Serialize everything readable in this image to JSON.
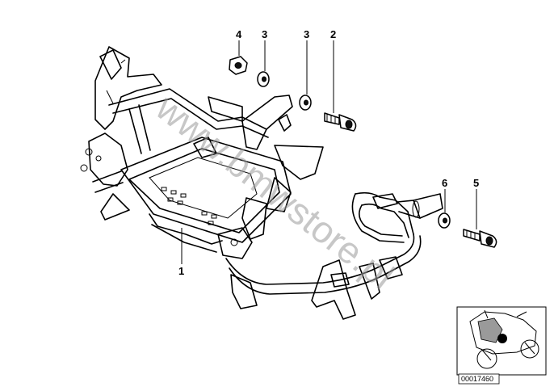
{
  "diagram": {
    "callouts": [
      {
        "id": "c4a",
        "label": "4"
      },
      {
        "id": "c3a",
        "label": "3"
      },
      {
        "id": "c3b",
        "label": "3"
      },
      {
        "id": "c2",
        "label": "2"
      },
      {
        "id": "c6",
        "label": "6"
      },
      {
        "id": "c5",
        "label": "5"
      },
      {
        "id": "c1",
        "label": "1"
      }
    ],
    "watermark": "www.bmwstore.pl",
    "reference_code": "00017460"
  }
}
